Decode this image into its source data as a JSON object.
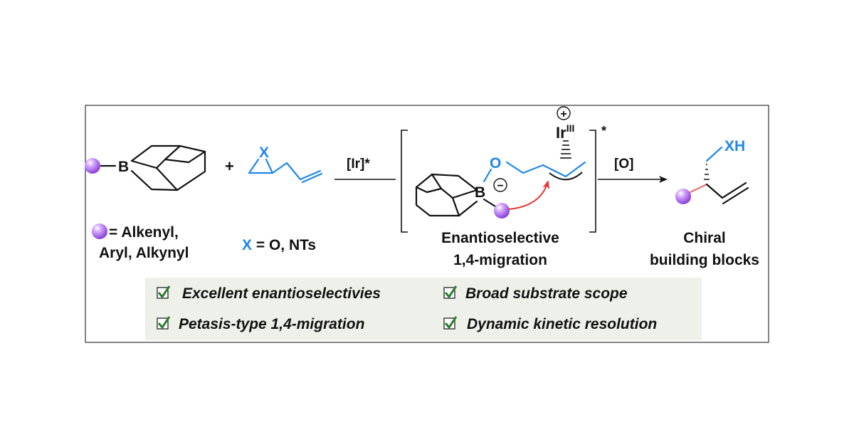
{
  "colors": {
    "blue": "#1e88e5",
    "red": "#e53935",
    "purple": "#a55fe8",
    "check_green": "#2e7d32",
    "feature_bg": "#eef0ea"
  },
  "reagent": {
    "boron_atom": "B",
    "plus": "+",
    "epoxide_x": "X"
  },
  "substituent_legend": {
    "line1": "= Alkenyl,",
    "line2": "Aryl, Alkynyl"
  },
  "x_legend": {
    "x": "X",
    "rest": " = O, NTs"
  },
  "arrow1": {
    "label": "[Ir]*"
  },
  "intermediate": {
    "boron_atom": "B",
    "oxygen_atom": "O",
    "anion_charge": "−",
    "metal": "Ir",
    "oxidation_state": "III",
    "cation_charge": "+",
    "star": "*",
    "caption_line1": "Enantioselective",
    "caption_line2": "1,4-migration"
  },
  "arrow2": {
    "label": "[O]"
  },
  "product": {
    "group": "XH",
    "caption_line1": "Chiral",
    "caption_line2": "building blocks"
  },
  "features": [
    "Excellent enantioselectivies",
    "Broad substrate scope",
    "Petasis-type 1,4-migration",
    "Dynamic kinetic resolution"
  ]
}
